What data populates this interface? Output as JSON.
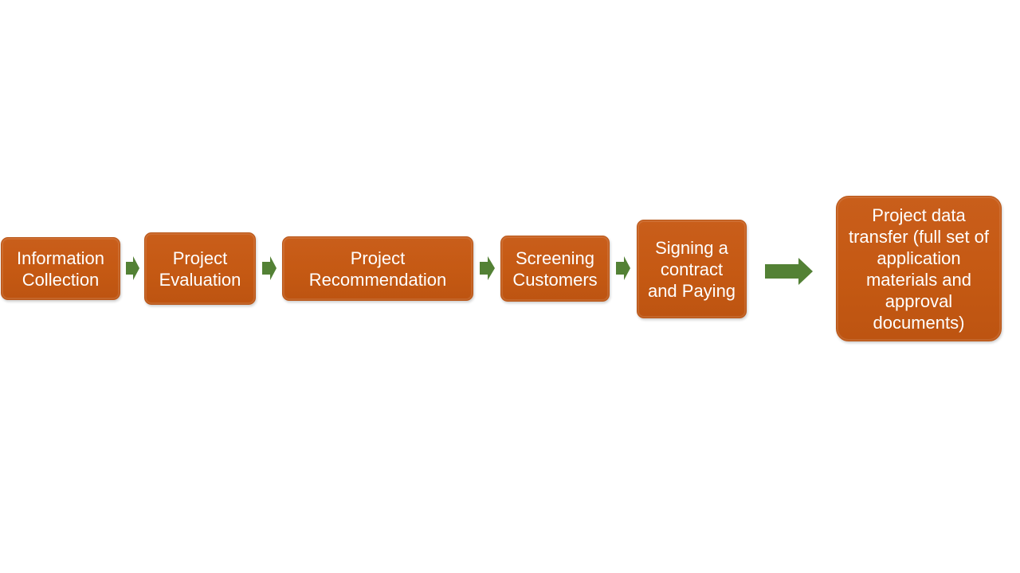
{
  "diagram": {
    "steps": [
      {
        "label": "Information Collection"
      },
      {
        "label": "Project Evaluation"
      },
      {
        "label": "Project Recommendation"
      },
      {
        "label": "Screening Customers"
      },
      {
        "label": "Signing a contract and Paying"
      },
      {
        "label": "Project data transfer (full set of application materials and approval documents)"
      }
    ],
    "colors": {
      "step_fill": "#c55a11",
      "step_text": "#ffffff",
      "arrow_fill": "#538135",
      "background": "#ffffff"
    },
    "icons": {
      "connector": "right-arrow-icon"
    }
  }
}
